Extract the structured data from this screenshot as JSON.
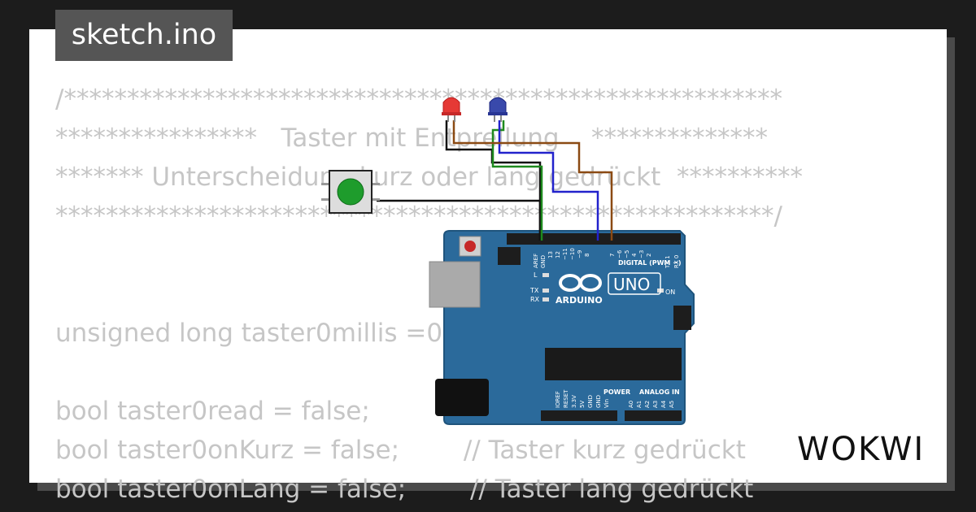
{
  "file_tab": {
    "label": "sketch.ino"
  },
  "code_lines": [
    "/*********************************************************",
    "****************   Taster mit Entprellung    **************",
    "******* Unterscheidung kurz oder lang gedrückt  **********",
    "*********************************************************/",
    "",
    "",
    "unsigned long taster0millis =0;",
    "",
    "bool taster0read = false;           //",
    "bool taster0onKurz = false;        // Taster kurz gedrückt",
    "bool taster0onLang = false;        // Taster lang gedrückt"
  ],
  "board": {
    "name": "ARDUINO",
    "model": "UNO",
    "labels": {
      "digital": "DIGITAL (PWM ~)",
      "power": "POWER",
      "analog": "ANALOG IN",
      "on": "ON",
      "l": "L",
      "tx": "TX",
      "rx": "RX",
      "aref": "AREF",
      "gnd": "GND",
      "pin13": "13",
      "pin12": "12",
      "pin11": "~11",
      "pin10": "~10",
      "pin9": "~9",
      "pin8": "8",
      "pin7": "7",
      "pin6": "~6",
      "pin5": "~5",
      "pin4": "4",
      "pin3": "~3",
      "pin2": "2",
      "pin1": "TX 1",
      "pin0": "RX 0",
      "ioref": "IOREF",
      "reset": "RESET",
      "v33": "3.3V",
      "v5": "5V",
      "gnd1": "GND",
      "gnd2": "GND",
      "vin": "Vin",
      "a0": "A0",
      "a1": "A1",
      "a2": "A2",
      "a3": "A3",
      "a4": "A4",
      "a5": "A5"
    },
    "color": "#2b6a9b"
  },
  "components": {
    "led_red": {
      "color": "#e53935"
    },
    "led_blue": {
      "color": "#3949ab"
    },
    "button": {
      "color": "#1e9c2c"
    }
  },
  "wires": {
    "black": "#111111",
    "green": "#1e8a1e",
    "blue": "#2222cc",
    "brown": "#8b4a13"
  },
  "brand": {
    "logo": "WOKWI"
  }
}
